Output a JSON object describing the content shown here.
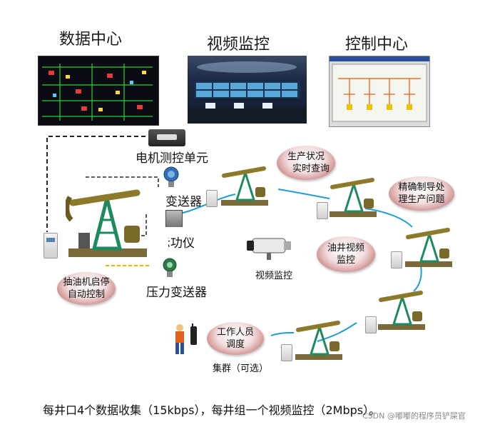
{
  "centers": {
    "data_center": "数据中心",
    "video_monitor": "视频监控",
    "control_center": "控制中心"
  },
  "devices": {
    "motor_unit": "电机测控单元",
    "transmitter": "变送器",
    "dynamometer": "示功仪",
    "pressure_transmitter": "压力变送器",
    "video_camera_label": "视频监控",
    "cluster": "集群（可选）"
  },
  "bubbles": {
    "production_status": [
      "生产状况",
      "实时查询"
    ],
    "precise_guidance": [
      "精确制导处",
      "理生产问题"
    ],
    "well_video": [
      "油井视频",
      "监控"
    ],
    "pump_control": [
      "抽油机启停",
      "自动控制"
    ],
    "staff_dispatch": [
      "工作人员",
      "调度"
    ]
  },
  "caption": "每井口4个数据收集（15kbps），每井组一个视频监控（2Mbps）。",
  "watermark": "CSDN @嘟嘟的程序员铲屎官",
  "colors": {
    "link_line": "#1e9cd7",
    "dashed_line": "#222222",
    "yellow_line": "#e6b800",
    "bubble_edge": "#9b4a4a"
  }
}
